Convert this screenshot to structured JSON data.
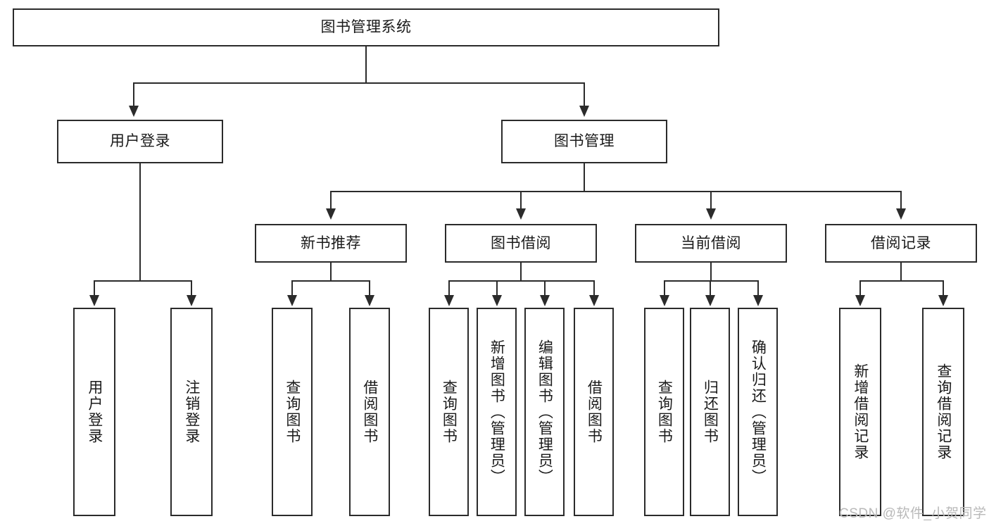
{
  "diagram": {
    "type": "tree-hierarchy",
    "title": "图书管理系统",
    "orientation": "top-down",
    "colors": {
      "box_border": "#2b2b2b",
      "box_fill": "#ffffff",
      "connector": "#2b2b2b",
      "text": "#1a1a1a",
      "watermark": "#b9b9b9",
      "background": "#ffffff"
    }
  },
  "root": {
    "label": "图书管理系统"
  },
  "level1": [
    {
      "label": "用户登录"
    },
    {
      "label": "图书管理"
    }
  ],
  "level2": [
    {
      "label": "新书推荐"
    },
    {
      "label": "图书借阅"
    },
    {
      "label": "当前借阅"
    },
    {
      "label": "借阅记录"
    }
  ],
  "leaves": {
    "user_login": [
      {
        "label": "用户登录"
      },
      {
        "label": "注销登录"
      }
    ],
    "new_book_recommend": [
      {
        "label": "查询图书"
      },
      {
        "label": "借阅图书"
      }
    ],
    "book_borrow": [
      {
        "label": "查询图书"
      },
      {
        "label": "新增图书（管理员）"
      },
      {
        "label": "编辑图书（管理员）"
      },
      {
        "label": "借阅图书"
      }
    ],
    "current_borrow": [
      {
        "label": "查询图书"
      },
      {
        "label": "归还图书"
      },
      {
        "label": "确认归还（管理员）"
      }
    ],
    "borrow_record": [
      {
        "label": "新增借阅记录"
      },
      {
        "label": "查询借阅记录"
      }
    ]
  },
  "watermark": {
    "text": "CSDN @软件_小贺同学"
  }
}
